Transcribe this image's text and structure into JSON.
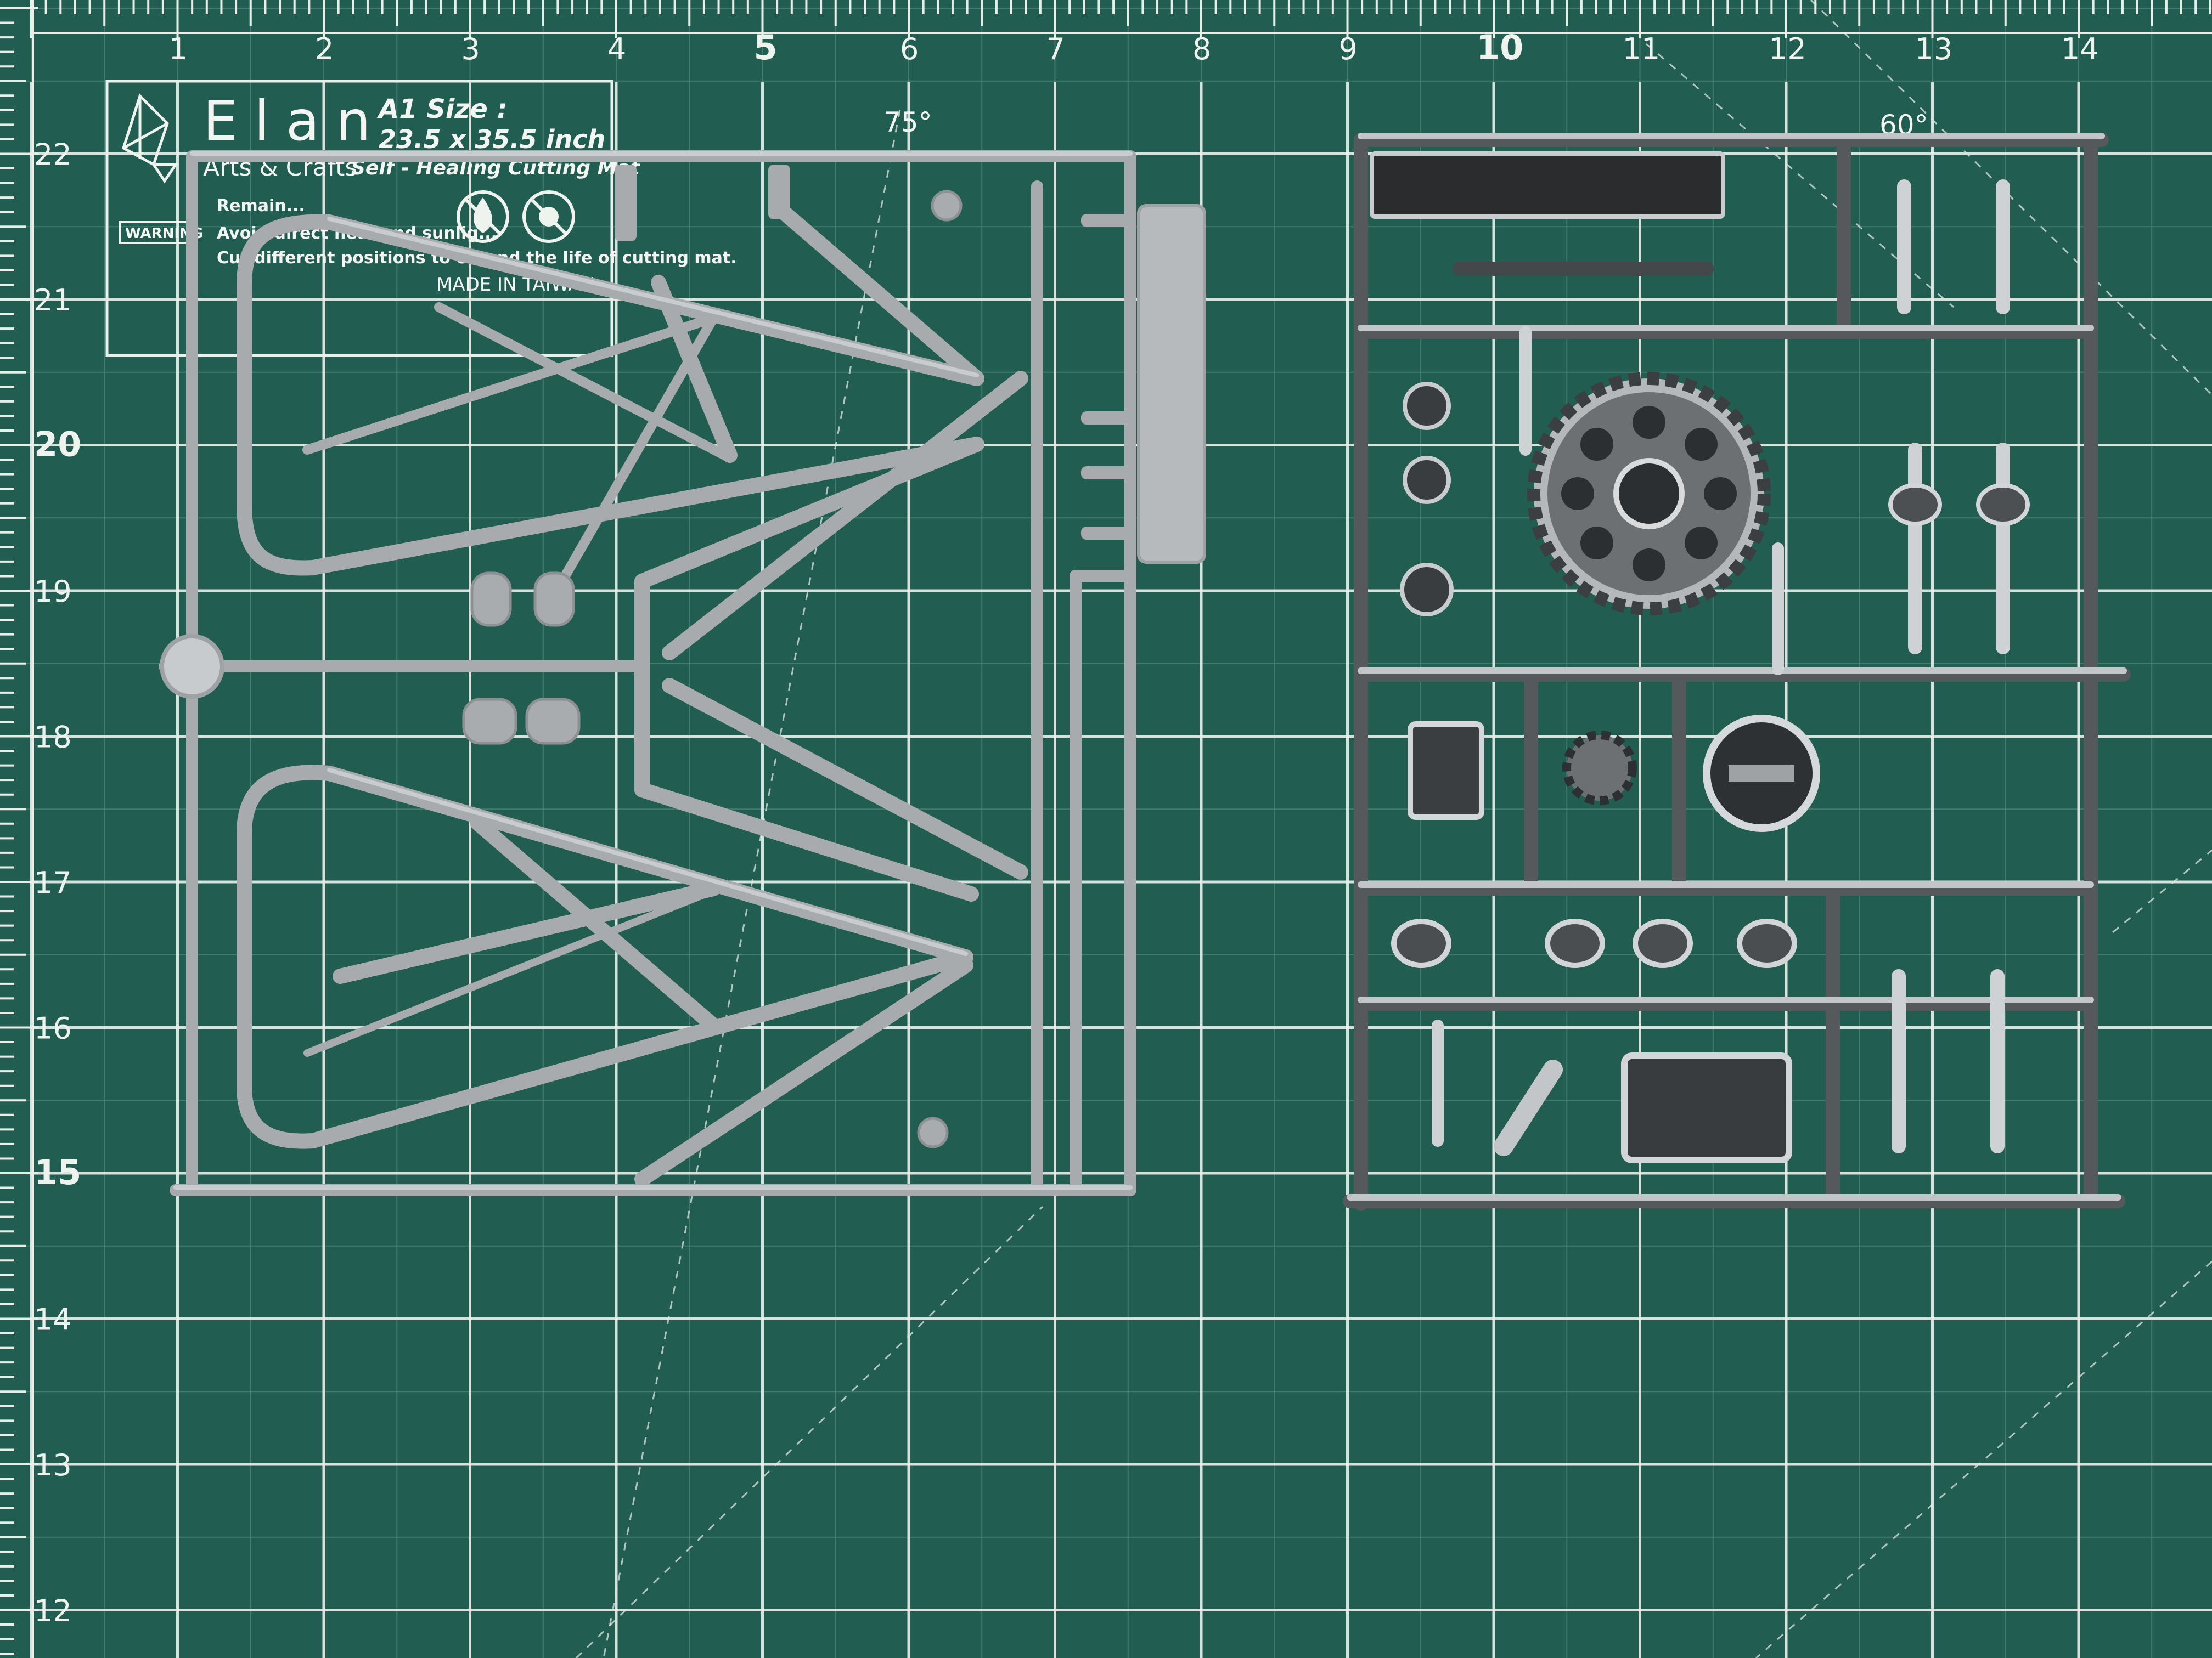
{
  "mat": {
    "brand": "Elan",
    "brand_sub": "Arts & Crafts",
    "size_title": "A1 Size :",
    "size_value": "23.5 x 35.5 inch",
    "mat_kind": "Self - Healing Cutting Mat",
    "warning_label": "WARNING",
    "warning_lines": [
      "Remain...",
      "Avoid direct heat and sunlig...",
      "Cut different positions to extend the life of cutting mat."
    ],
    "made_in": "MADE IN TAIWAN",
    "angle_75": "75°",
    "angle_60": "60°",
    "top_ruler": [
      "1",
      "2",
      "3",
      "4",
      "5",
      "6",
      "7",
      "8",
      "9",
      "10",
      "11",
      "12",
      "13",
      "14"
    ],
    "left_ruler": [
      "22",
      "21",
      "20",
      "19",
      "18",
      "17",
      "16",
      "15",
      "14",
      "13",
      "12"
    ],
    "bold_numbers": [
      "5",
      "10",
      "15",
      "20"
    ]
  },
  "colors": {
    "mat_green": "#215d51",
    "grid_white": "#e9efe9",
    "sprue_grey": "#a7abad",
    "sprue_chrome": "#cfd2d4"
  },
  "sprues": {
    "left": {
      "material": "grey plastic",
      "content": "frame tubes"
    },
    "right": {
      "material": "chrome plated",
      "content": "sprocket, covers, shocks"
    }
  }
}
